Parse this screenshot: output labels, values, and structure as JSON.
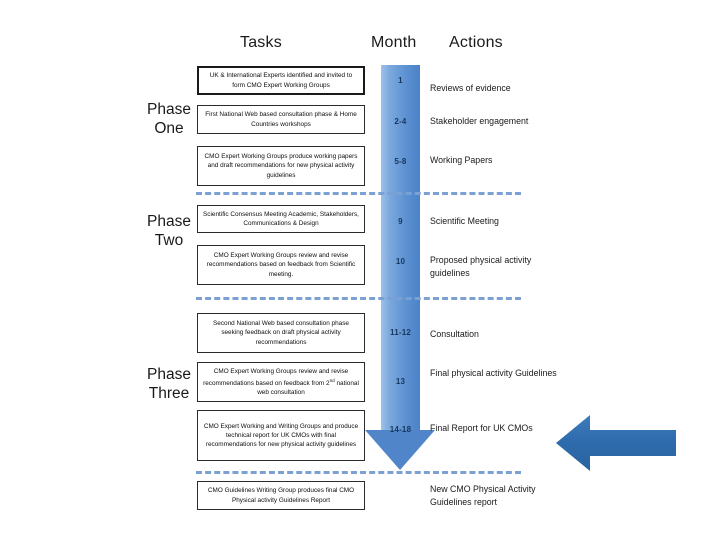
{
  "headers": {
    "tasks": "Tasks",
    "month": "Month",
    "actions": "Actions"
  },
  "phases": [
    {
      "line1": "Phase",
      "line2": "One"
    },
    {
      "line1": "Phase",
      "line2": "Two"
    },
    {
      "line1": "Phase",
      "line2": "Three"
    }
  ],
  "rows": [
    {
      "task": "UK & International Experts identified and invited to form CMO Expert Working Groups",
      "month": "1",
      "action": "Reviews of evidence"
    },
    {
      "task": "First National Web based consultation phase & Home Countries workshops",
      "month": "2-4",
      "action": "Stakeholder engagement"
    },
    {
      "task": "CMO Expert Working Groups produce working papers and draft recommendations for new physical activity guidelines",
      "month": "5-8",
      "action": "Working Papers"
    },
    {
      "task": "Scientific Consensus Meeting Academic, Stakeholders, Communications & Design",
      "month": "9",
      "action": "Scientific Meeting"
    },
    {
      "task": "CMO Expert Working Groups review and revise recommendations based on feedback from Scientific meeting.",
      "month": "10",
      "action": "Proposed physical activity guidelines"
    },
    {
      "task": "Second National Web based consultation phase seeking feedback on draft physical activity recommendations",
      "month": "11-12",
      "action": "Consultation"
    },
    {
      "task_pre": "CMO Expert Working Groups review and revise recommendations based on feedback from 2",
      "task_sup": "nd",
      "task_post": " national web consultation",
      "task": "CMO Expert Working Groups review and revise recommendations based on feedback from 2nd national web consultation",
      "month": "13",
      "action": "Final physical activity Guidelines"
    },
    {
      "task": "CMO Expert Working and Writing Groups and produce technical report for UK CMOs with final recommendations for new physical activity guidelines",
      "month": "14-18",
      "action": "Final Report for UK CMOs"
    },
    {
      "task": "CMO Guidelines Writing Group produces final CMO Physical activity Guidelines Report",
      "month": "",
      "action": "New CMO Physical Activity Guidelines report"
    }
  ],
  "colors": {
    "arrow_blue_light": "#9dc1ea",
    "arrow_blue_dark": "#4a82c8",
    "callout_arrow_blue": "#2e6bad",
    "divider_blue": "#7ba0d4",
    "month_text": "#17365d",
    "box_border": "#2b2b2b"
  }
}
